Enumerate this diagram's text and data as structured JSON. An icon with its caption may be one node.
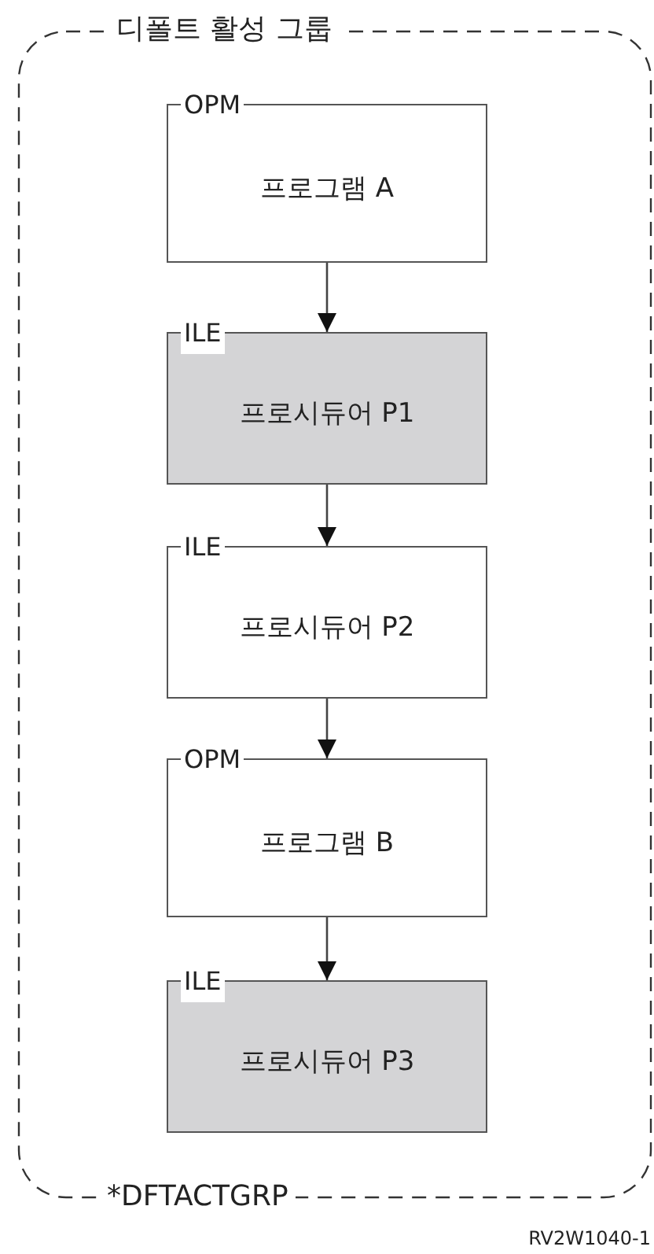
{
  "diagram": {
    "nodes": [
      {
        "text": [
          "디폴트 활성 그룹",
          "*DFTACTGRP"
        ]
      },
      {
        "text": [
          "OPM",
          "프로그램 A"
        ],
        "in": 0
      },
      {
        "text": [
          "ILE",
          "프로시듀어 P1"
        ],
        "in": 0
      },
      {
        "text": [
          "ILE",
          "프로시듀어 P2"
        ],
        "in": 0
      },
      {
        "text": [
          "OPM",
          "프로그램 B"
        ],
        "in": 0
      },
      {
        "text": [
          "ILE",
          "프로시듀어 P3"
        ],
        "in": 0
      }
    ],
    "edges": [
      {
        "from": 1,
        "to": 2,
        "arrow": "to"
      },
      {
        "from": 2,
        "to": 3,
        "arrow": "to"
      },
      {
        "from": 3,
        "to": 4,
        "arrow": "to"
      },
      {
        "from": 4,
        "to": 5,
        "arrow": "to"
      }
    ],
    "labels": [
      "RV2W1040-1"
    ]
  }
}
